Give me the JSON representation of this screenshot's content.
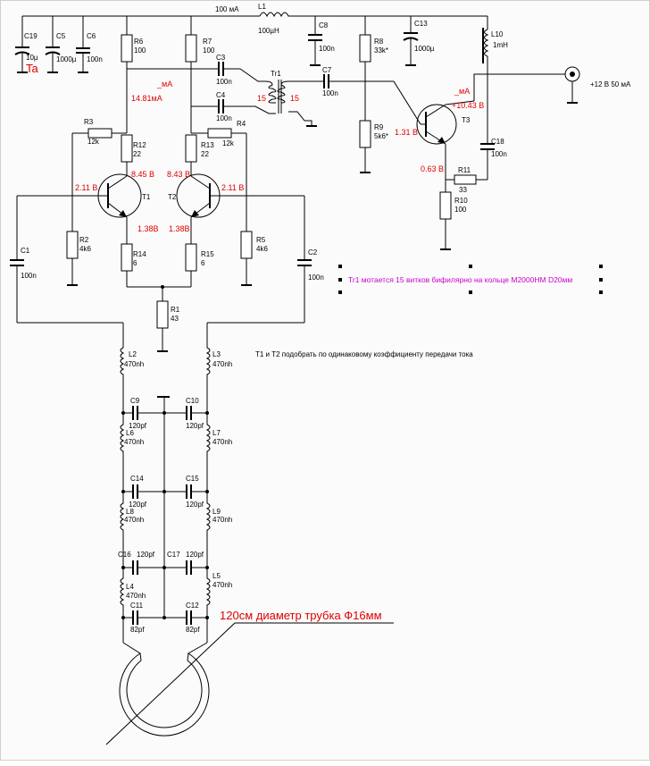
{
  "supply": {
    "current": "100 мА",
    "rail": "+12 В  50 мА",
    "labels": {
      "ma_t1": "_мА",
      "ma_t3": "_мА"
    }
  },
  "notes": {
    "transistor_match": "T1 и T2 подобрать по одинаковому коэффициенту передачи тока",
    "transformer": "Tr1 мотается 15 витков бифилярно  на кольце М2000НМ D20мм",
    "antenna": "120см диаметр трубка Ф16мм"
  },
  "components": {
    "L1": {
      "ref": "L1",
      "value": "100µH"
    },
    "C19": {
      "ref": "C19",
      "value": "10µ",
      "extra": "Ta"
    },
    "C5": {
      "ref": "C5",
      "value": "1000µ"
    },
    "C6": {
      "ref": "C6",
      "value": "100n"
    },
    "R6": {
      "ref": "R6",
      "value": "100"
    },
    "R7": {
      "ref": "R7",
      "value": "100"
    },
    "C3": {
      "ref": "C3",
      "value": "100n"
    },
    "C4": {
      "ref": "C4",
      "value": "100n"
    },
    "Tr1": {
      "ref": "Tr1",
      "w1": "15",
      "w2": "15"
    },
    "C8": {
      "ref": "C8",
      "value": "100n"
    },
    "C7": {
      "ref": "C7",
      "value": "100n"
    },
    "R8": {
      "ref": "R8",
      "value": "33k*"
    },
    "R9": {
      "ref": "R9",
      "value": "5k6*"
    },
    "C13": {
      "ref": "C13",
      "value": "1000µ"
    },
    "L10": {
      "ref": "L10",
      "value": "1mH"
    },
    "C18": {
      "ref": "C18",
      "value": "100n"
    },
    "R11": {
      "ref": "R11",
      "value": "33"
    },
    "R10": {
      "ref": "R10",
      "value": "100"
    },
    "T3": {
      "ref": "T3"
    },
    "R3": {
      "ref": "R3",
      "value": "12k"
    },
    "R4": {
      "ref": "R4",
      "value": "12k"
    },
    "R12": {
      "ref": "R12",
      "value": "22"
    },
    "R13": {
      "ref": "R13",
      "value": "22"
    },
    "T1": {
      "ref": "T1"
    },
    "T2": {
      "ref": "T2"
    },
    "R2": {
      "ref": "R2",
      "value": "4k6"
    },
    "R5": {
      "ref": "R5",
      "value": "4k6"
    },
    "R14": {
      "ref": "R14",
      "value": "6"
    },
    "R15": {
      "ref": "R15",
      "value": "6"
    },
    "R1": {
      "ref": "R1",
      "value": "43"
    },
    "C1": {
      "ref": "C1",
      "value": "100n"
    },
    "C2": {
      "ref": "C2",
      "value": "100n"
    },
    "L2": {
      "ref": "L2",
      "value": "470nh"
    },
    "L3": {
      "ref": "L3",
      "value": "470nh"
    },
    "C9": {
      "ref": "C9",
      "value": "120pf"
    },
    "C10": {
      "ref": "C10",
      "value": "120pf"
    },
    "L6": {
      "ref": "L6",
      "value": "470nh"
    },
    "L7": {
      "ref": "L7",
      "value": "470nh"
    },
    "C14": {
      "ref": "C14",
      "value": "120pf"
    },
    "C15": {
      "ref": "C15",
      "value": "120pf"
    },
    "L8": {
      "ref": "L8",
      "value": "470nh"
    },
    "L9": {
      "ref": "L9",
      "value": "470nh"
    },
    "C16": {
      "ref": "C16",
      "value": "120pf"
    },
    "C17": {
      "ref": "C17",
      "value": "120pf"
    },
    "L4": {
      "ref": "L4",
      "value": "470nh"
    },
    "L5": {
      "ref": "L5",
      "value": "470nh"
    },
    "C11": {
      "ref": "C11",
      "value": "82pf"
    },
    "C12": {
      "ref": "C12",
      "value": "82pf"
    }
  },
  "measurements": {
    "t1_collector_current": "14.81мА",
    "t1_collector": "8.45 В",
    "t2_collector": "8.43 В",
    "t1_base": "2.11 В",
    "t2_base": "2.11 В",
    "t1_emitter": "1.38В",
    "t2_emitter": "1.38В",
    "t3_collector": "+10.43 В",
    "t3_base": "1.31 В",
    "t3_emitter": "0.63 В"
  }
}
